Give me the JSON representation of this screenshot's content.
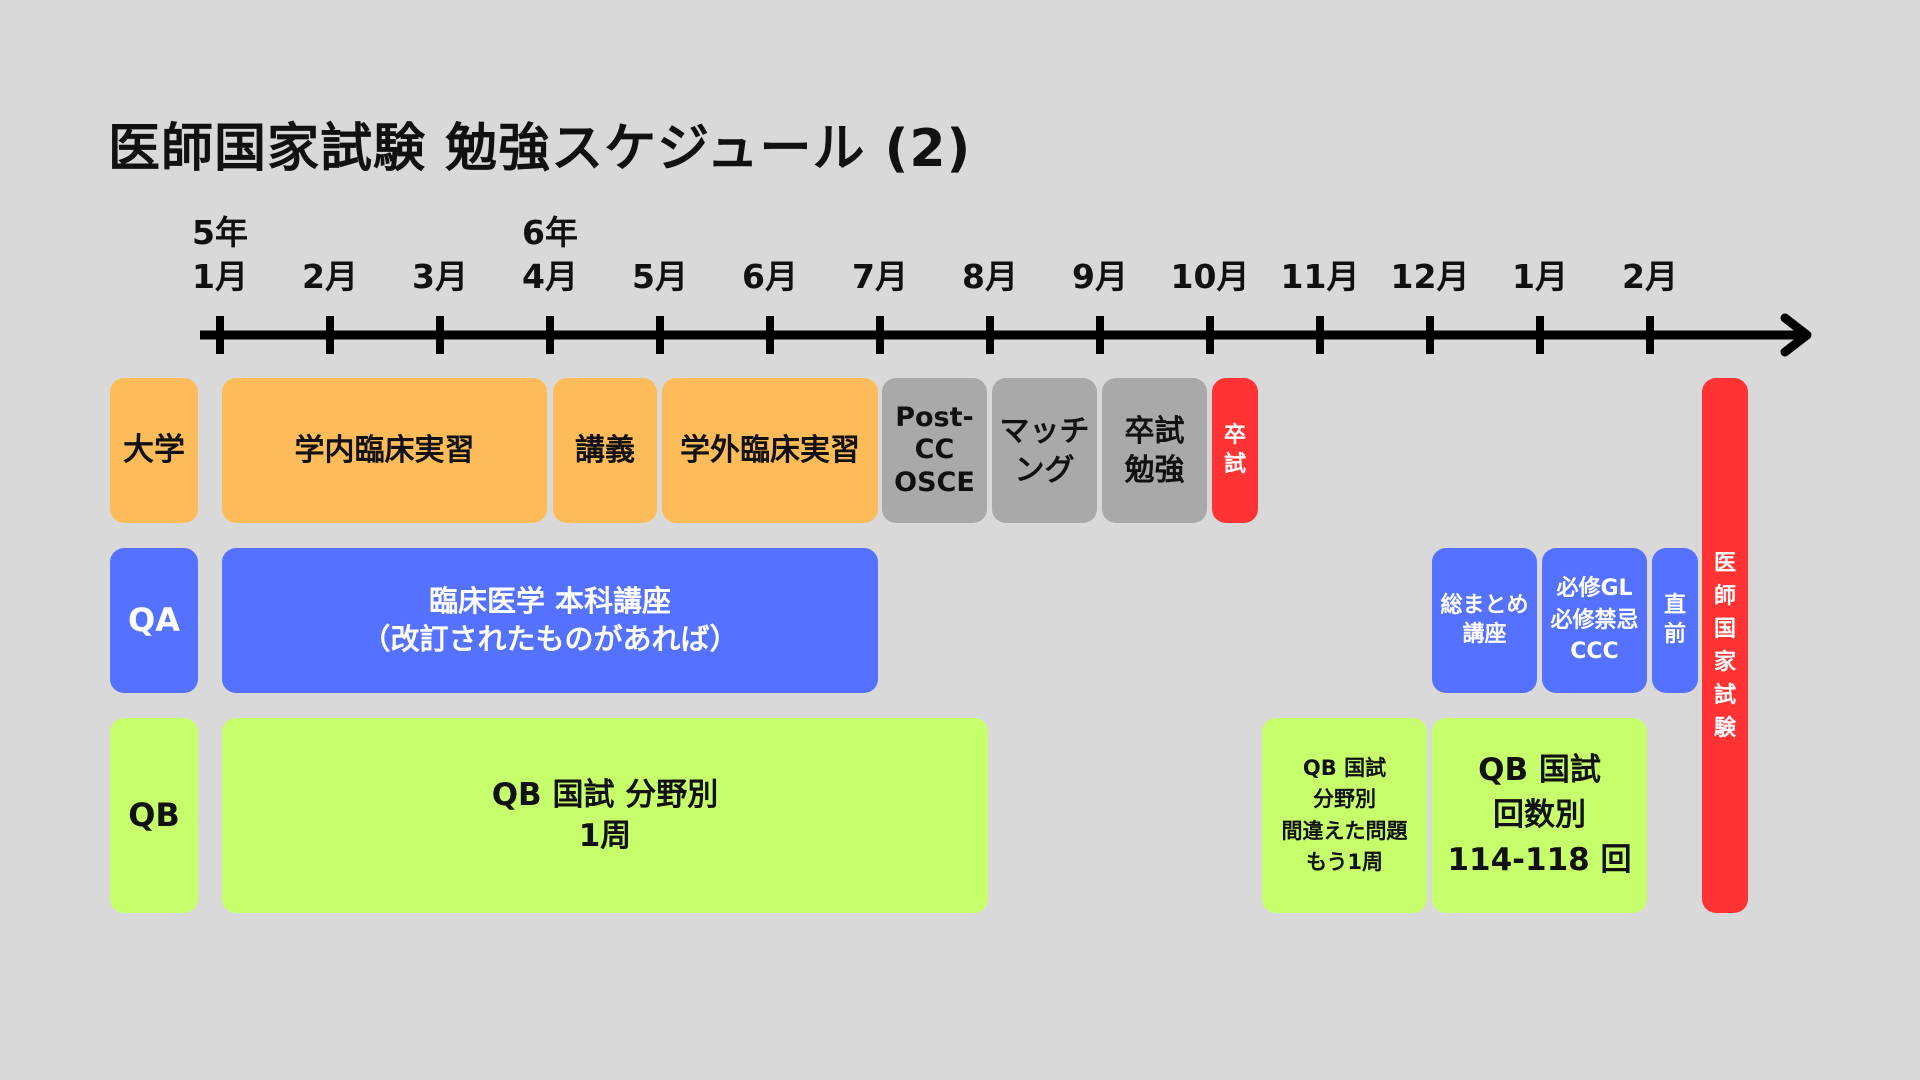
{
  "title": "医師国家試験 勉強スケジュール (2)",
  "timeline": {
    "years": [
      {
        "label": "5年",
        "month_index": 0
      },
      {
        "label": "6年",
        "month_index": 3
      }
    ],
    "months": [
      "1月",
      "2月",
      "3月",
      "4月",
      "5月",
      "6月",
      "7月",
      "8月",
      "9月",
      "10月",
      "11月",
      "12月",
      "1月",
      "2月"
    ]
  },
  "rows": {
    "daigaku": {
      "label": "大学",
      "items": {
        "gakunai": "学内臨床実習",
        "kougi": "講義",
        "gakugai": "学外臨床実習",
        "postcc": "Post-\nCC\nOSCE",
        "matching": "マッチ\nング",
        "sotsushi_benkyo": "卒試\n勉強",
        "sotsushi": "卒\n試"
      }
    },
    "qa": {
      "label": "QA",
      "items": {
        "honka": "臨床医学 本科講座\n（改訂されたものがあれば）",
        "matome": "総まとめ\n講座",
        "hisshu": "必修GL\n必修禁忌\nCCC",
        "chokuzen": "直\n前"
      }
    },
    "qb": {
      "label": "QB",
      "items": {
        "bunya": "QB 国試 分野別\n1周",
        "machigae": "QB 国試\n分野別\n間違えた問題\nもう1周",
        "kaisu": "QB 国試\n回数別\n114-118 回"
      }
    },
    "exam": "医\n師\n国\n家\n試\n験"
  },
  "colors": {
    "background": "#d9d9d9",
    "orange": "#fdbb5a",
    "gray": "#a9a9a9",
    "red": "#ff3333",
    "blue": "#5471ff",
    "green": "#c7ff6c"
  }
}
